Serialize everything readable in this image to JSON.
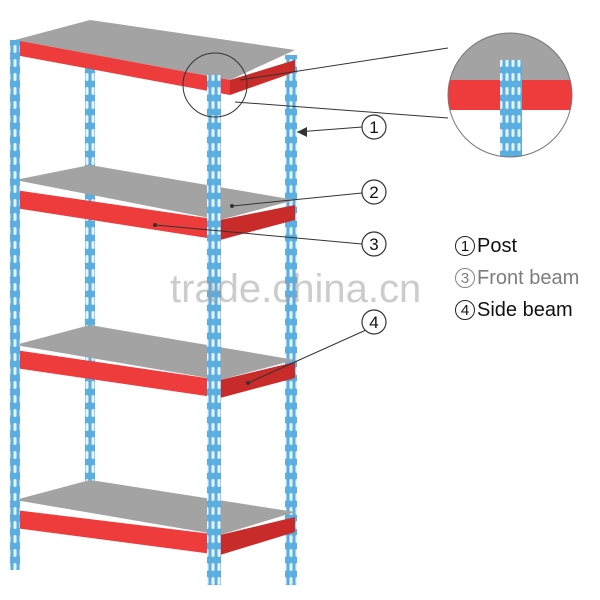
{
  "callouts": [
    {
      "num": "1",
      "part": "post"
    },
    {
      "num": "2",
      "part": "shelf"
    },
    {
      "num": "3",
      "part": "front-beam"
    },
    {
      "num": "4",
      "part": "side-beam"
    }
  ],
  "legend": {
    "items": [
      {
        "num": "1",
        "label": "Post"
      },
      {
        "num": "3",
        "label": "Front beam"
      },
      {
        "num": "4",
        "label": "Side beam"
      }
    ]
  },
  "watermark": "trade.china.cn",
  "colors": {
    "post": "#5aaee0",
    "post_dark": "#3d8fc6",
    "beam": "#ee3b3b",
    "beam_dark": "#c92a2a",
    "shelf": "#a3a3a3",
    "shelf_edge": "#8a8a8a"
  }
}
